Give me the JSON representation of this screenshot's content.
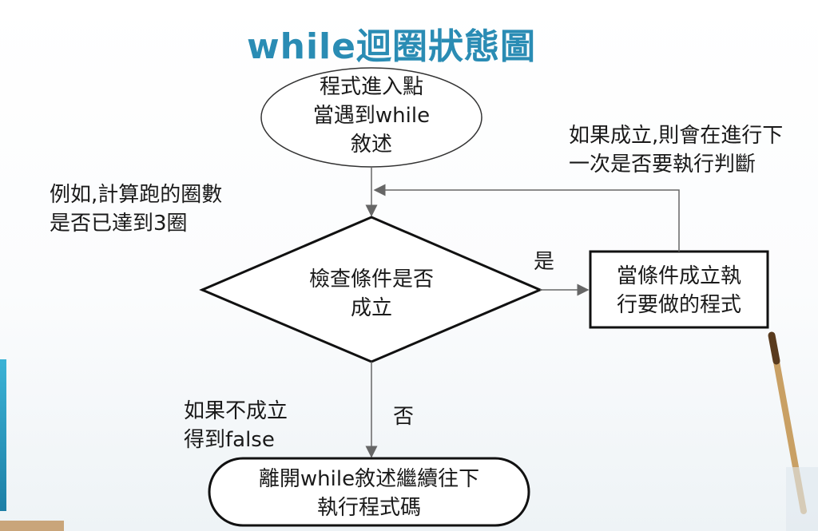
{
  "title": "while迴圈狀態圖",
  "nodes": {
    "start": {
      "lines": [
        "程式進入點",
        "當遇到while",
        "敘述"
      ]
    },
    "decision": {
      "lines": [
        "檢查條件是否",
        "成立"
      ]
    },
    "action": {
      "lines": [
        "當條件成立執",
        "行要做的程式"
      ]
    },
    "end": {
      "lines": [
        "離開while敘述繼續往下",
        "執行程式碼"
      ]
    }
  },
  "annotations": {
    "example": [
      "例如,計算跑的圈數",
      "是否已達到3圈"
    ],
    "loop_back": [
      "如果成立,則會在進行下",
      "一次是否要執行判斷"
    ],
    "false_case": [
      "如果不成立",
      "得到false"
    ]
  },
  "edge_labels": {
    "yes": "是",
    "no": "否"
  },
  "colors": {
    "title": "#2a8cb4",
    "stroke": "#111111",
    "arrow": "#666666"
  }
}
